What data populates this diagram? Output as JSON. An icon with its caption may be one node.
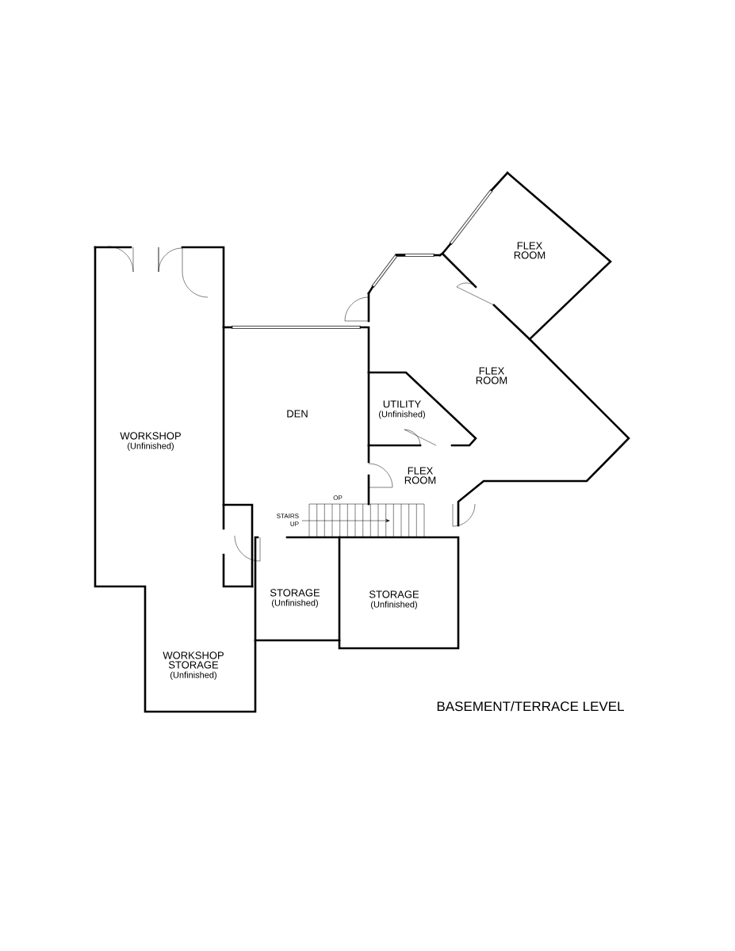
{
  "diagram": {
    "caption": "BASEMENT/TERRACE LEVEL",
    "nodes": [
      {
        "text": [
          "FLEX ROOM"
        ]
      },
      {
        "text": [
          "FLEX ROOM"
        ]
      },
      {
        "text": [
          "UTILITY",
          "(Unfinished)"
        ]
      },
      {
        "text": [
          "DEN"
        ]
      },
      {
        "text": [
          "WORKSHOP",
          "(Unfinished)"
        ]
      },
      {
        "text": [
          "FLEX ROOM"
        ]
      },
      {
        "text": [
          "STORAGE",
          "(Unfinished)"
        ]
      },
      {
        "text": [
          "STORAGE",
          "(Unfinished)"
        ]
      },
      {
        "text": [
          "WORKSHOP STORAGE",
          "(Unfinished)"
        ]
      }
    ],
    "labels": [
      "OP",
      "STAIRS UP"
    ]
  }
}
